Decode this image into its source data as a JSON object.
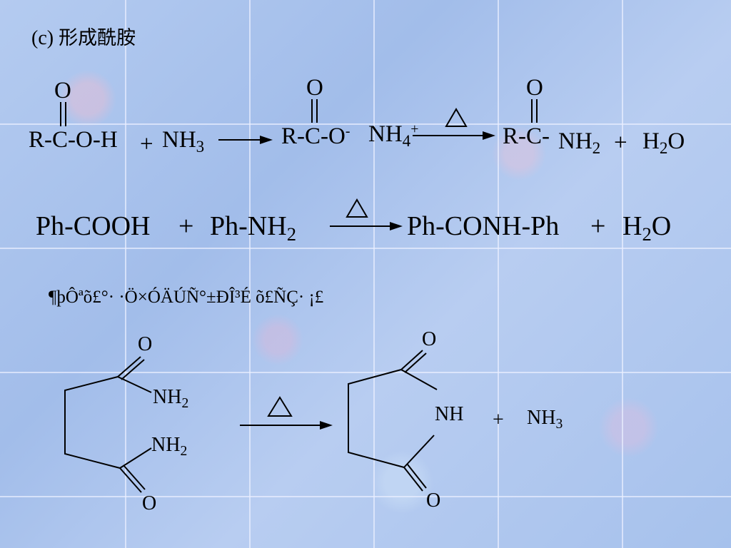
{
  "heading": {
    "label": "(c)",
    "title": "形成酰胺"
  },
  "reaction1": {
    "carbonyl_o": "O",
    "reactant": "R-C-O-H",
    "plus": "+",
    "ammonia": "NH",
    "ammonia_sub": "3",
    "salt": "R-C-O",
    "salt_charge": "-",
    "ammonium": "NH",
    "ammonium_sub": "4",
    "ammonium_charge": "+",
    "product_r": "R-C-",
    "product_nh": "NH",
    "product_nh_sub": "2",
    "plus2": "+",
    "water_h": "H",
    "water_sub": "2",
    "water_o": "O"
  },
  "reaction2": {
    "reactant1": "Ph-COOH",
    "plus1": "+",
    "reactant2": "Ph-NH",
    "reactant2_sub": "2",
    "product": "Ph-CONH-Ph",
    "plus2": "+",
    "water_h": "H",
    "water_sub": "2",
    "water_o": "O"
  },
  "garbled_line": "¶þÔªõ£°· ·Ö×ÓÄÚÑ°±ÐÎ³É õ£ÑÇ· ¡£",
  "reaction3": {
    "o_label": "O",
    "nh2": "NH",
    "nh2_sub": "2",
    "nh": "NH",
    "plus": "+",
    "ammonia": "NH",
    "ammonia_sub": "3"
  },
  "symbols": {
    "heat": "triangle-heat-icon",
    "arrow": "reaction-arrow-icon"
  }
}
